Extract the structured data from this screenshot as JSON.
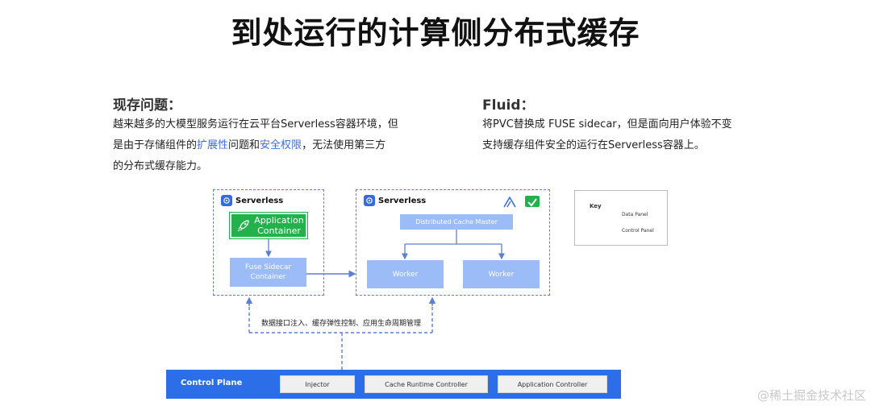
{
  "title": "到处运行的计算侧分布式缓存",
  "problem": {
    "heading": "现存问题：",
    "line1": "越来越多的大模型服务运行在云平台Serverless容器环境，但",
    "line2_pre": "是由于存储组件的",
    "line2_hl1": "扩展性",
    "line2_mid": "问题和",
    "line2_hl2": "安全权限",
    "line2_post": "，无法使用第三方",
    "line3": "的分布式缓存能力。"
  },
  "fluid": {
    "heading": "Fluid：",
    "line1": "将PVC替换成 FUSE sidecar，但是面向用户体验不变",
    "line2": "支持缓存组件安全的运行在Serverless容器上。"
  },
  "diagram": {
    "left_serverless": "Serverless",
    "right_serverless": "Serverless",
    "app_container_line1": "Application",
    "app_container_line2": "Container",
    "fuse_line1": "Fuse Sidecar",
    "fuse_line2": "Container",
    "cache_master": "Distributed Cache Master",
    "worker1": "Worker",
    "worker2": "Worker",
    "annotation": "数据接口注入、缓存弹性控制、应用生命周期管理"
  },
  "key": {
    "title": "Key",
    "data_panel": "Data Panel",
    "control_panel": "Control Panel"
  },
  "control_plane": {
    "label": "Control Plane",
    "injector": "Injector",
    "cache_runtime": "Cache Runtime Controller",
    "app_controller": "Application Controller"
  },
  "watermark": "@稀土掘金技术社区",
  "colors": {
    "accent_blue": "#2c6de8",
    "dash_blue": "#5d7fd3",
    "node_blue": "#9cbcf7",
    "green": "#21b24b",
    "highlight": "#3b6fe0"
  }
}
